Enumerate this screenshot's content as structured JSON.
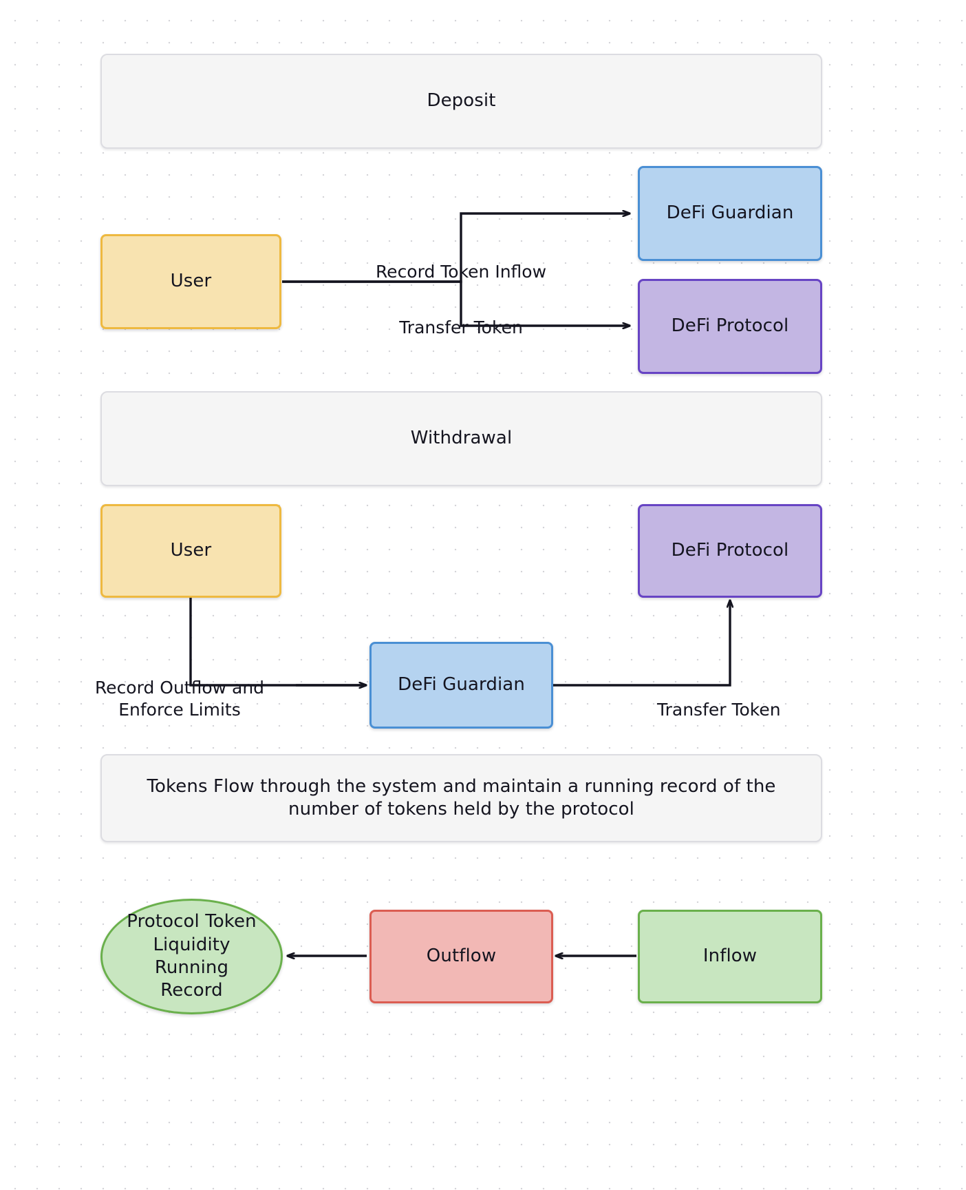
{
  "diagram": {
    "type": "flowchart",
    "background": "#ffffff",
    "grid": "dotted",
    "edge_color": "#14141f",
    "sections": [
      {
        "id": "deposit",
        "label": "Deposit"
      },
      {
        "id": "withdrawal",
        "label": "Withdrawal"
      },
      {
        "id": "summary",
        "label": "Tokens Flow through the system and maintain a running record of the number of tokens held by the protocol"
      }
    ],
    "nodes": [
      {
        "id": "deposit-user",
        "label": "User",
        "shape": "rect",
        "fill": "#f8e3b0",
        "stroke": "#eeb940"
      },
      {
        "id": "deposit-guardian",
        "label": "DeFi Guardian",
        "shape": "rect",
        "fill": "#b5d3f0",
        "stroke": "#4a8fd4"
      },
      {
        "id": "deposit-protocol",
        "label": "DeFi Protocol",
        "shape": "rect",
        "fill": "#c3b6e3",
        "stroke": "#6744c4"
      },
      {
        "id": "withdrawal-user",
        "label": "User",
        "shape": "rect",
        "fill": "#f8e3b0",
        "stroke": "#eeb940"
      },
      {
        "id": "withdrawal-protocol",
        "label": "DeFi Protocol",
        "shape": "rect",
        "fill": "#c3b6e3",
        "stroke": "#6744c4"
      },
      {
        "id": "withdrawal-guardian",
        "label": "DeFi Guardian",
        "shape": "rect",
        "fill": "#b5d3f0",
        "stroke": "#4a8fd4"
      },
      {
        "id": "running-record",
        "label": "Protocol Token Liquidity Running Record",
        "shape": "ellipse",
        "fill": "#c8e6c0",
        "stroke": "#6ab04c"
      },
      {
        "id": "outflow",
        "label": "Outflow",
        "shape": "rect",
        "fill": "#f2b8b5",
        "stroke": "#db5d52"
      },
      {
        "id": "inflow",
        "label": "Inflow",
        "shape": "rect",
        "fill": "#c8e6c0",
        "stroke": "#6ab04c"
      }
    ],
    "edges": [
      {
        "id": "e1",
        "from": "deposit-user",
        "to": "deposit-guardian",
        "label": "Record Token Inflow"
      },
      {
        "id": "e2",
        "from": "deposit-user",
        "to": "deposit-protocol",
        "label": "Transfer Token"
      },
      {
        "id": "e3",
        "from": "withdrawal-user",
        "to": "withdrawal-guardian",
        "label": "Record Outflow and Enforce Limits"
      },
      {
        "id": "e4",
        "from": "withdrawal-guardian",
        "to": "withdrawal-protocol",
        "label": "Transfer Token"
      },
      {
        "id": "e5",
        "from": "inflow",
        "to": "outflow",
        "label": ""
      },
      {
        "id": "e6",
        "from": "outflow",
        "to": "running-record",
        "label": ""
      }
    ]
  }
}
